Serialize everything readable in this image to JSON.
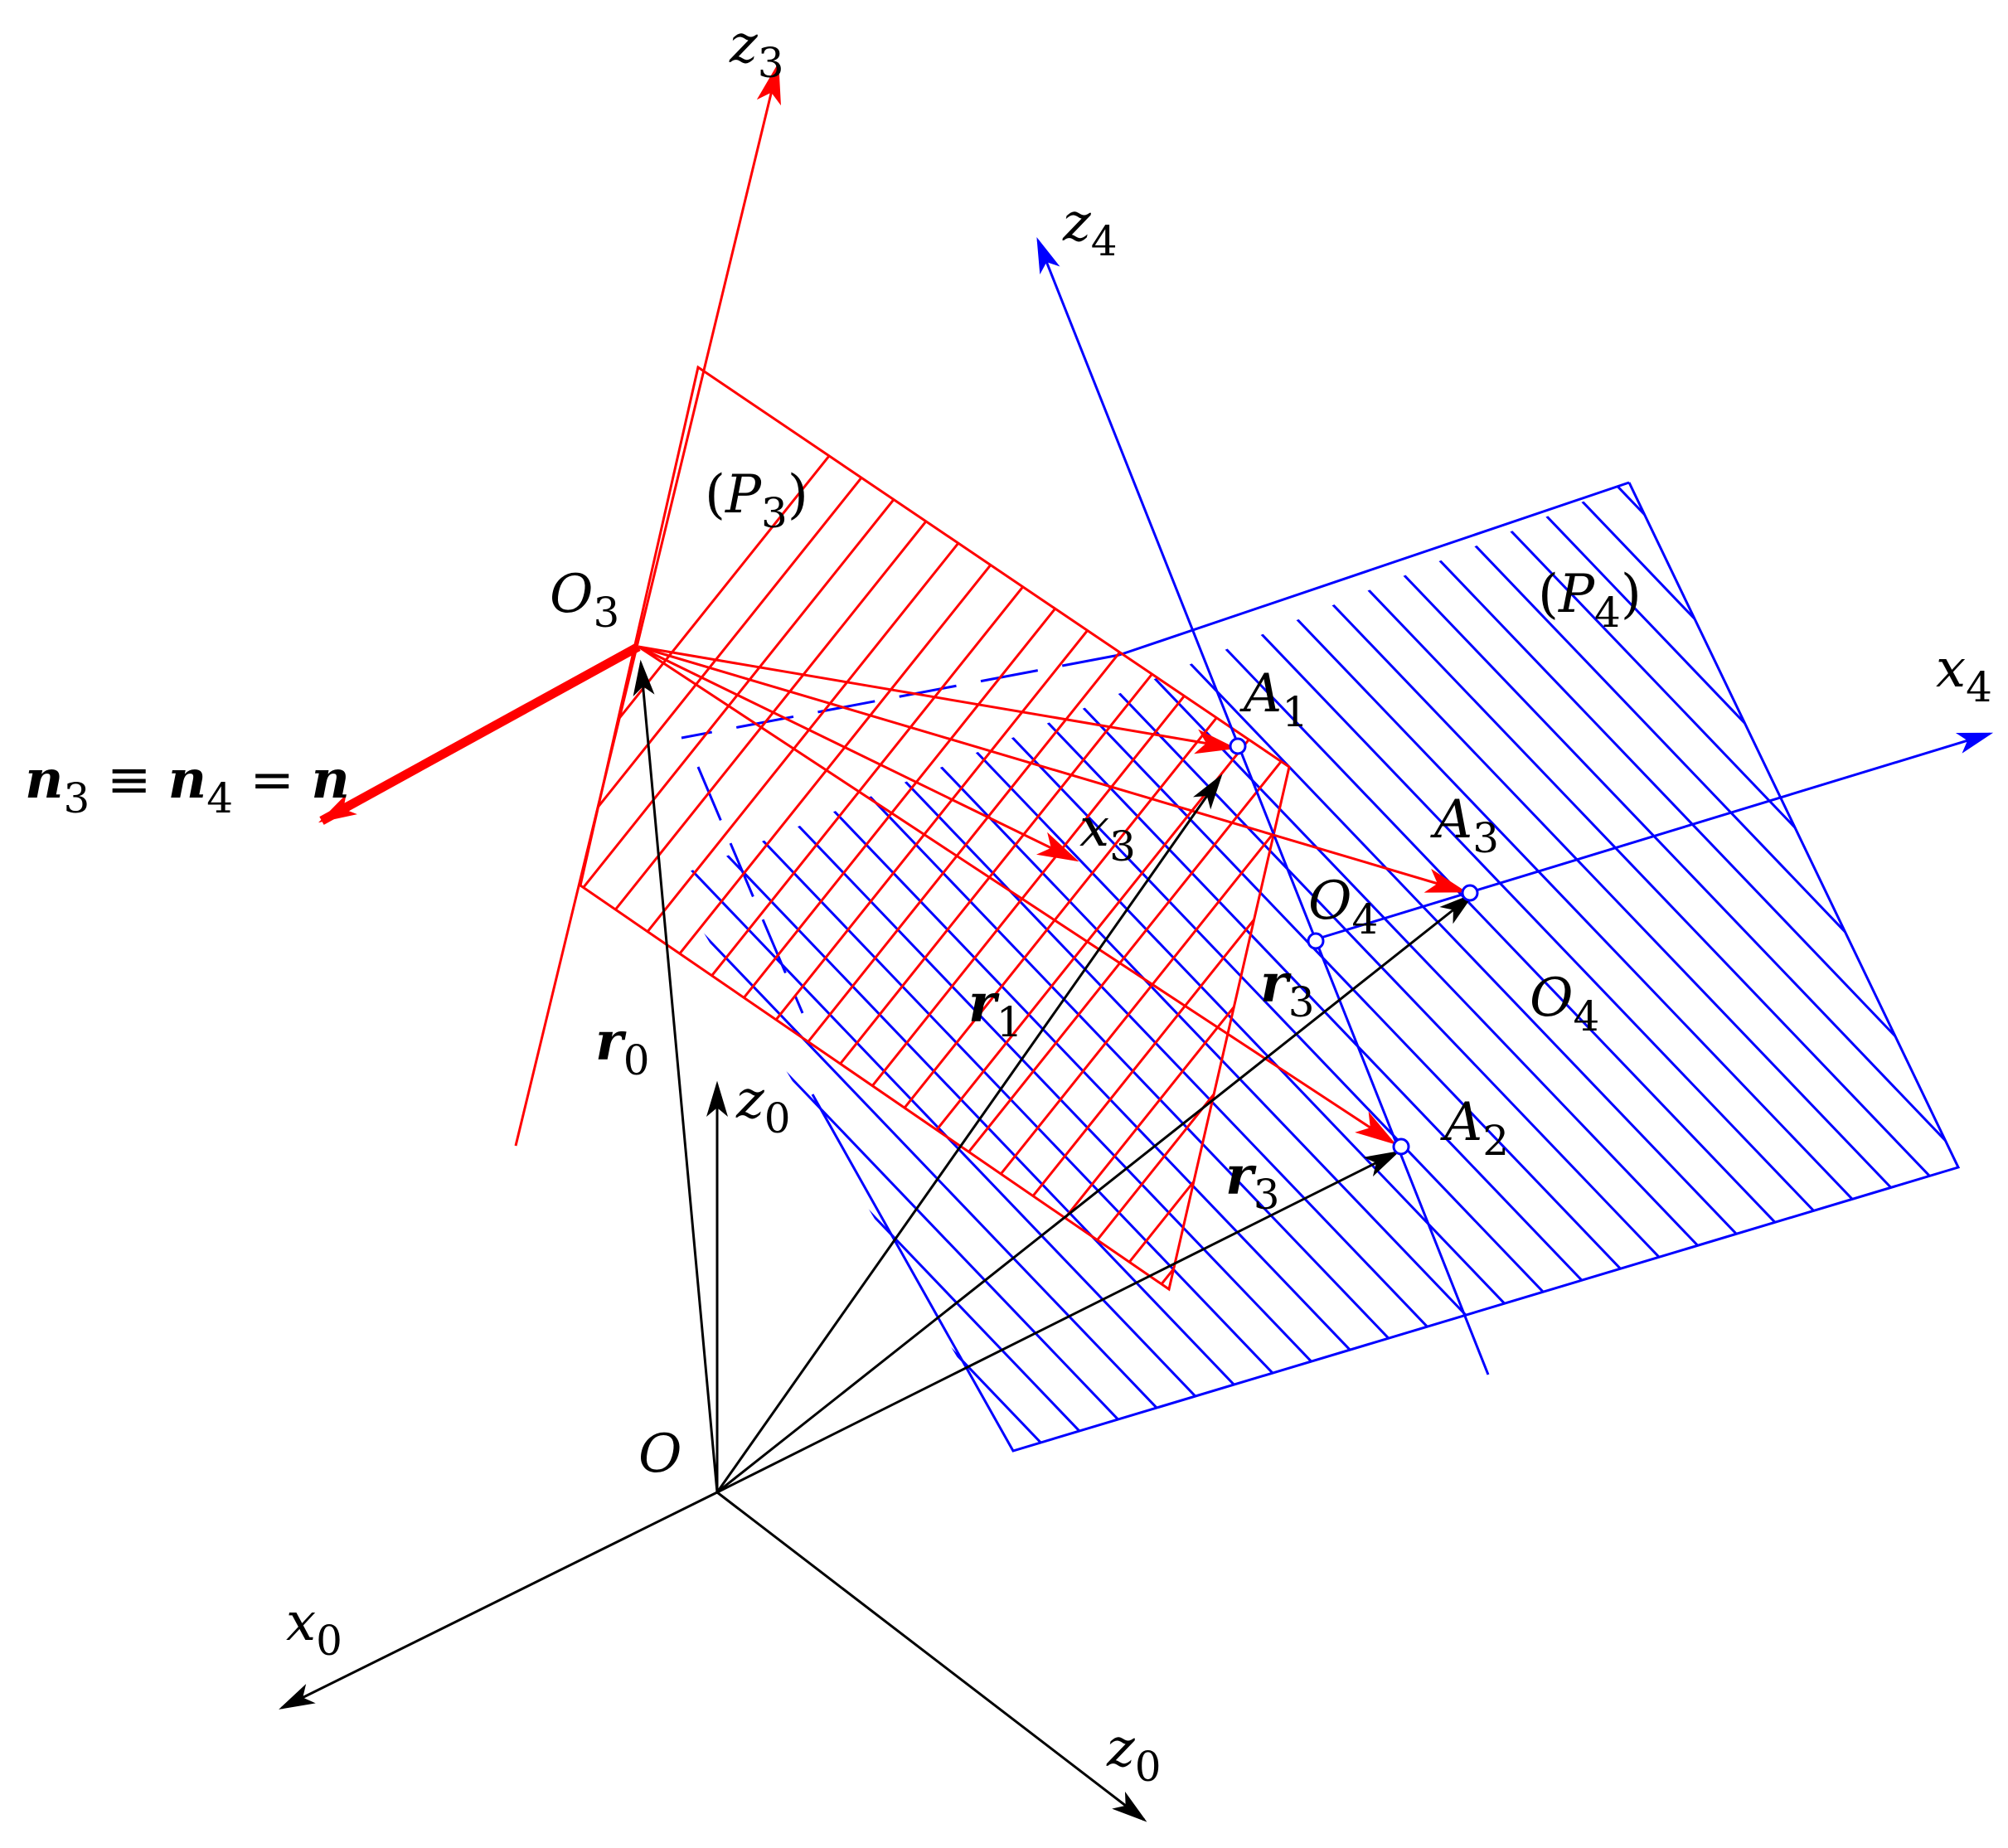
{
  "colors": {
    "red_system": "#ff0000",
    "blue_system": "#0000ff",
    "base_system": "#000000"
  },
  "labels": {
    "z3": {
      "main": "z",
      "sub": "3"
    },
    "z4": {
      "main": "z",
      "sub": "4"
    },
    "x4": {
      "main": "x",
      "sub": "4"
    },
    "x3": {
      "main": "x",
      "sub": "3"
    },
    "x0": {
      "main": "x",
      "sub": "0"
    },
    "z0_vertical": {
      "main": "z",
      "sub": "0"
    },
    "z0_diagonal": {
      "main": "z",
      "sub": "0"
    },
    "O3": {
      "main": "O",
      "sub": "3"
    },
    "O4_upper": {
      "main": "O",
      "sub": "4"
    },
    "O4_lower": {
      "main": "O",
      "sub": "4"
    },
    "O": {
      "main": "O"
    },
    "A1": {
      "main": "A",
      "sub": "1"
    },
    "A2": {
      "main": "A",
      "sub": "2"
    },
    "A3": {
      "main": "A",
      "sub": "3"
    },
    "P3": {
      "open": "(",
      "main": "P",
      "sub": "3",
      "close": ")"
    },
    "P4": {
      "open": "(",
      "main": "P",
      "sub": "4",
      "close": ")"
    },
    "r0": {
      "main": "r",
      "sub": "0"
    },
    "r1": {
      "main": "r",
      "sub": "1"
    },
    "r3_upper": {
      "main": "r",
      "sub": "3"
    },
    "r3_lower": {
      "main": "r",
      "sub": "3"
    },
    "normal": {
      "n3": "n",
      "n3_sub": "3",
      "equiv": " ≡ ",
      "n4": "n",
      "n4_sub": "4",
      "eq": " = ",
      "n": "n"
    }
  }
}
